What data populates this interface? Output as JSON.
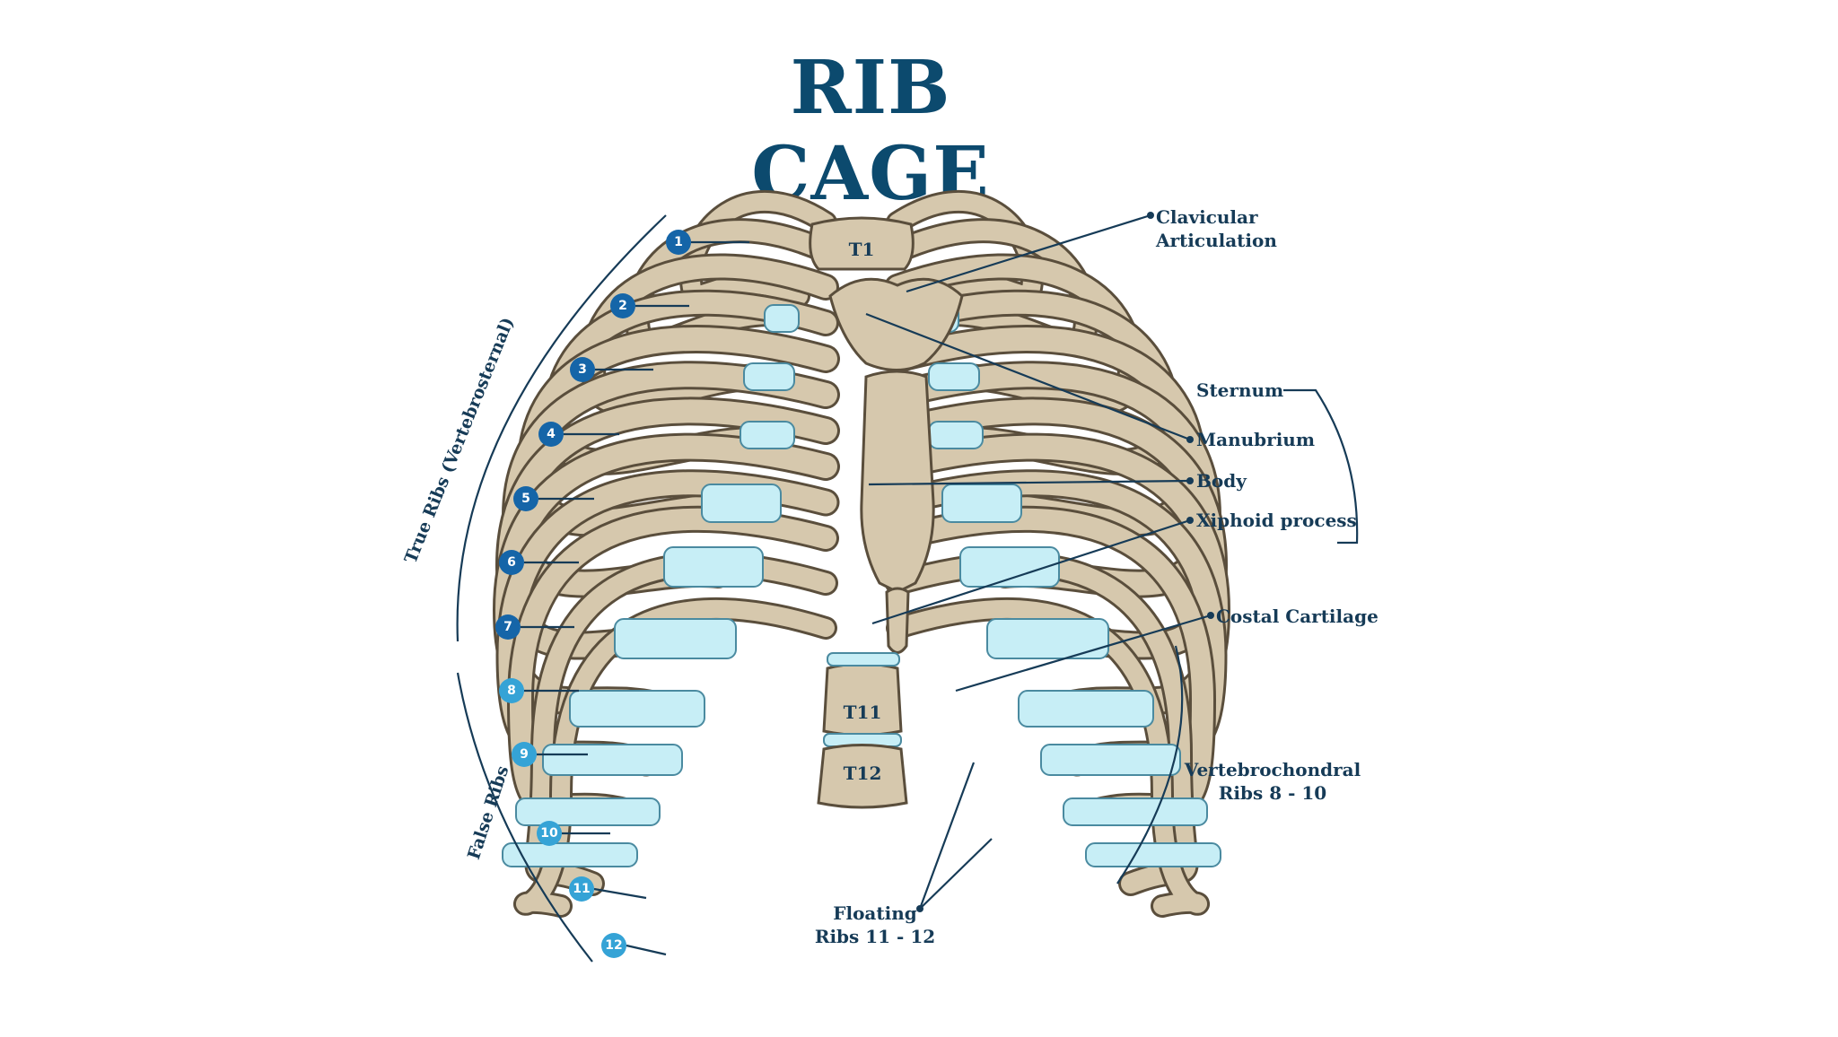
{
  "title": "RIB CAGE",
  "colors": {
    "bone": "#d6c8ad",
    "bone_outline": "#5a4e3c",
    "cartilage": "#c7eef6",
    "cartilage_outline": "#4a8aa0",
    "label_text": "#163b57",
    "title_text": "#0c4a6e",
    "true_rib_badge": "#1565a8",
    "false_rib_badge": "#35a3d6"
  },
  "vertebrae": {
    "t1": "T1",
    "t11": "T11",
    "t12": "T12"
  },
  "rib_numbers": [
    "1",
    "2",
    "3",
    "4",
    "5",
    "6",
    "7",
    "8",
    "9",
    "10",
    "11",
    "12"
  ],
  "groups": {
    "true_ribs": "True Ribs (Vertebrosternal)",
    "false_ribs": "False Ribs"
  },
  "labels": {
    "clavicular_line1": "Clavicular",
    "clavicular_line2": "Articulation",
    "sternum": "Sternum",
    "manubrium": "Manubrium",
    "body": "Body",
    "xiphoid": "Xiphoid process",
    "costal": "Costal Cartilage",
    "vertebrochondral_line1": "Vertebrochondral",
    "vertebrochondral_line2": "Ribs 8 - 10",
    "floating_line1": "Floating",
    "floating_line2": "Ribs 11 - 12"
  }
}
